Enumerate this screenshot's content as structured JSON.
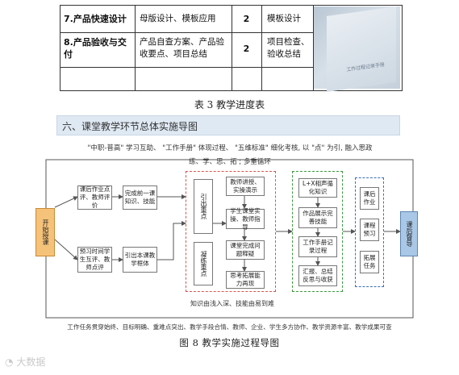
{
  "table": {
    "rows": [
      {
        "task": "7.产品快速设计",
        "content": "母版设计、模板应用",
        "hours": "2",
        "result": "模板设计"
      },
      {
        "task": "8.产品验收与交付",
        "content": "产品自查方案、产品验收要点、项目总结",
        "hours": "2",
        "result": "项目检查、验收总结"
      }
    ],
    "photo_label": "工作过程记录手册"
  },
  "table_caption": "表 3  教学进度表",
  "section_title": "六、课堂教学环节总体实施导图",
  "diagram": {
    "top_note_1": "\"中职-普高\" 学习互助、 \"工作手册\" 体现过程、 \"五维标准\" 细化考核, 以 \"点\" 为引, 融入思政",
    "top_note_2": "练、学、思、拓 ; 多重循环",
    "start": "开始授课",
    "end": "课后督导",
    "left_boxes": {
      "b1": "课后作业点评、教师评价",
      "b2": "完成前一课知识、技能",
      "b3": "预习时间学生互评、教师点评",
      "b4": "引出本课教学框体"
    },
    "red_group": {
      "v1": "引出重点",
      "v2": "凝练重点",
      "s1": "教师讲授、实操演示",
      "s2": "学生课堂实操、教师指导",
      "s3": "课堂完成问题释疑",
      "s4": "思考拓展能力再现",
      "note": "知识由浅入深、技能由易到难"
    },
    "green_group": {
      "g1": "L+X相声循化知识",
      "g2": "作品展示完善技能",
      "g3": "工作手册记录过程",
      "g4": "汇报、总结反思与收获"
    },
    "blue_group": {
      "h1": "课后作业",
      "h2": "课程预习",
      "h3": "拓展任务"
    },
    "bottom_note": "工作任务贯穿始终、目标明确、重难点突出、教学手段合情、教师、企业、学生多方协作、教学资源丰富、教学成果可查"
  },
  "figure_caption": "图 8  教学实施过程导图",
  "watermark": "大数据",
  "colors": {
    "red_dash": "#d9534f",
    "green_dash": "#3a9b3a",
    "blue_dash": "#3d6fb6",
    "start_fill": "#f5c27a",
    "end_fill": "#a9c7e6"
  }
}
